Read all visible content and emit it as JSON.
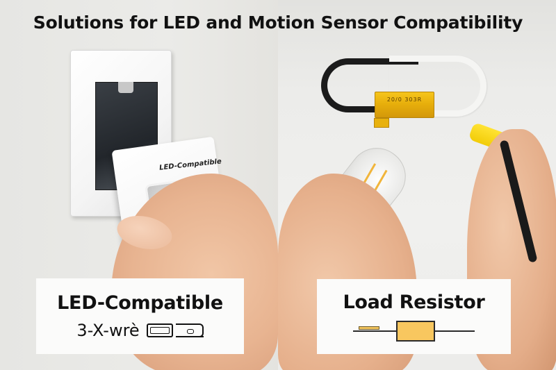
{
  "title": "Solutions for LED and Motion Sensor Compatibility",
  "panels": {
    "left": {
      "device_label": "LED-Compatible",
      "caption": {
        "title": "LED-Compatible",
        "subtitle": "3-X-wrè",
        "icon": "wall-switch-icon"
      }
    },
    "right": {
      "resistor_marking": "20/0  303R",
      "caption": {
        "title": "Load Resistor",
        "icon": "resistor-symbol-icon"
      }
    }
  },
  "colors": {
    "resistor_gold": "#E6AD0B",
    "wire_nut_yellow": "#F2CC08",
    "resistor_symbol_fill": "#F8C75F",
    "caption_bg": "#FBFBFA",
    "text": "#111111"
  }
}
